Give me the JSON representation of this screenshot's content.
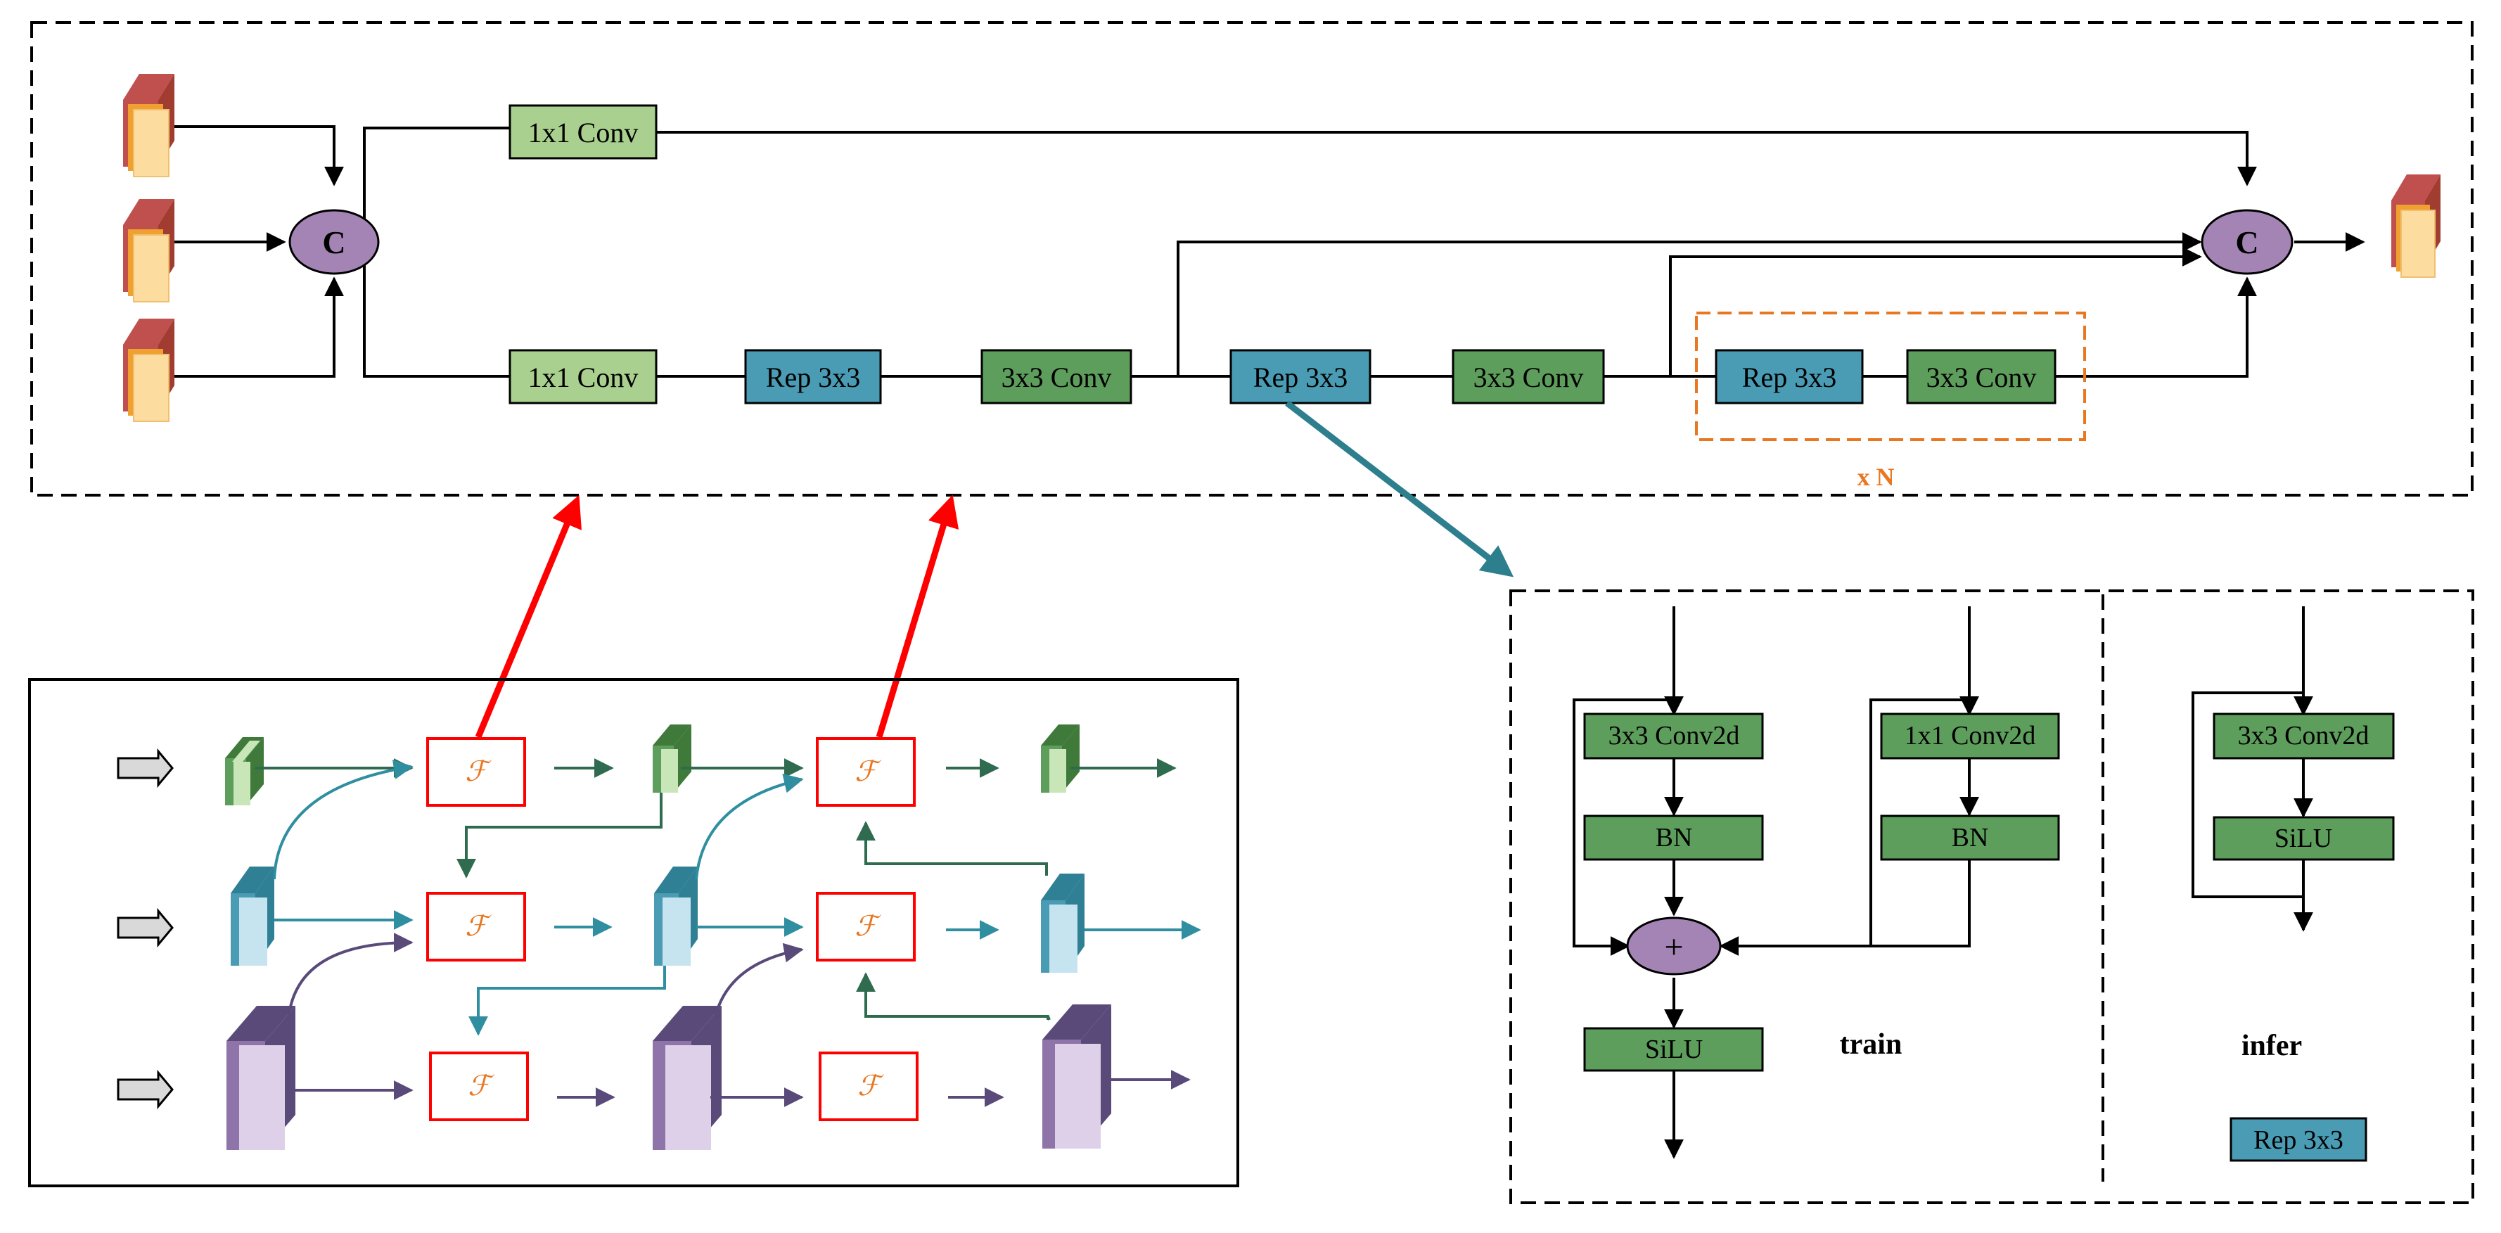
{
  "colors": {
    "light_green": "#a9d08e",
    "dark_green": "#5e9e5c",
    "teal": "#4a9cb4",
    "purple": "#a484b4",
    "orange": "#e87722",
    "red": "#ff0000",
    "big_teal_arrow": "#2e7f8e",
    "flow_green": "#2f6b4f",
    "flow_teal": "#2f8ea0",
    "flow_purple": "#5a4a7a",
    "fusion_f": "#e87722"
  },
  "csp_block": {
    "conv1x1_top": "1x1 Conv",
    "conv1x1_bottom": "1x1 Conv",
    "rep3x3_a": "Rep 3x3",
    "conv3x3_a": "3x3 Conv",
    "rep3x3_b": "Rep 3x3",
    "conv3x3_b": "3x3 Conv",
    "rep3x3_c": "Rep 3x3",
    "conv3x3_c": "3x3 Conv",
    "concat_left": "C",
    "concat_right": "C",
    "repeat_label": "x N"
  },
  "fusion_panel": {
    "fusion_symbol": "ℱ"
  },
  "rep_panel": {
    "train": {
      "conv3x3": "3x3 Conv2d",
      "conv1x1": "1x1 Conv2d",
      "bn_left": "BN",
      "bn_right": "BN",
      "add": "+",
      "silu": "SiLU",
      "label": "train"
    },
    "infer": {
      "conv3x3": "3x3 Conv2d",
      "silu": "SiLU",
      "label": "infer",
      "rep": "Rep 3x3"
    }
  }
}
